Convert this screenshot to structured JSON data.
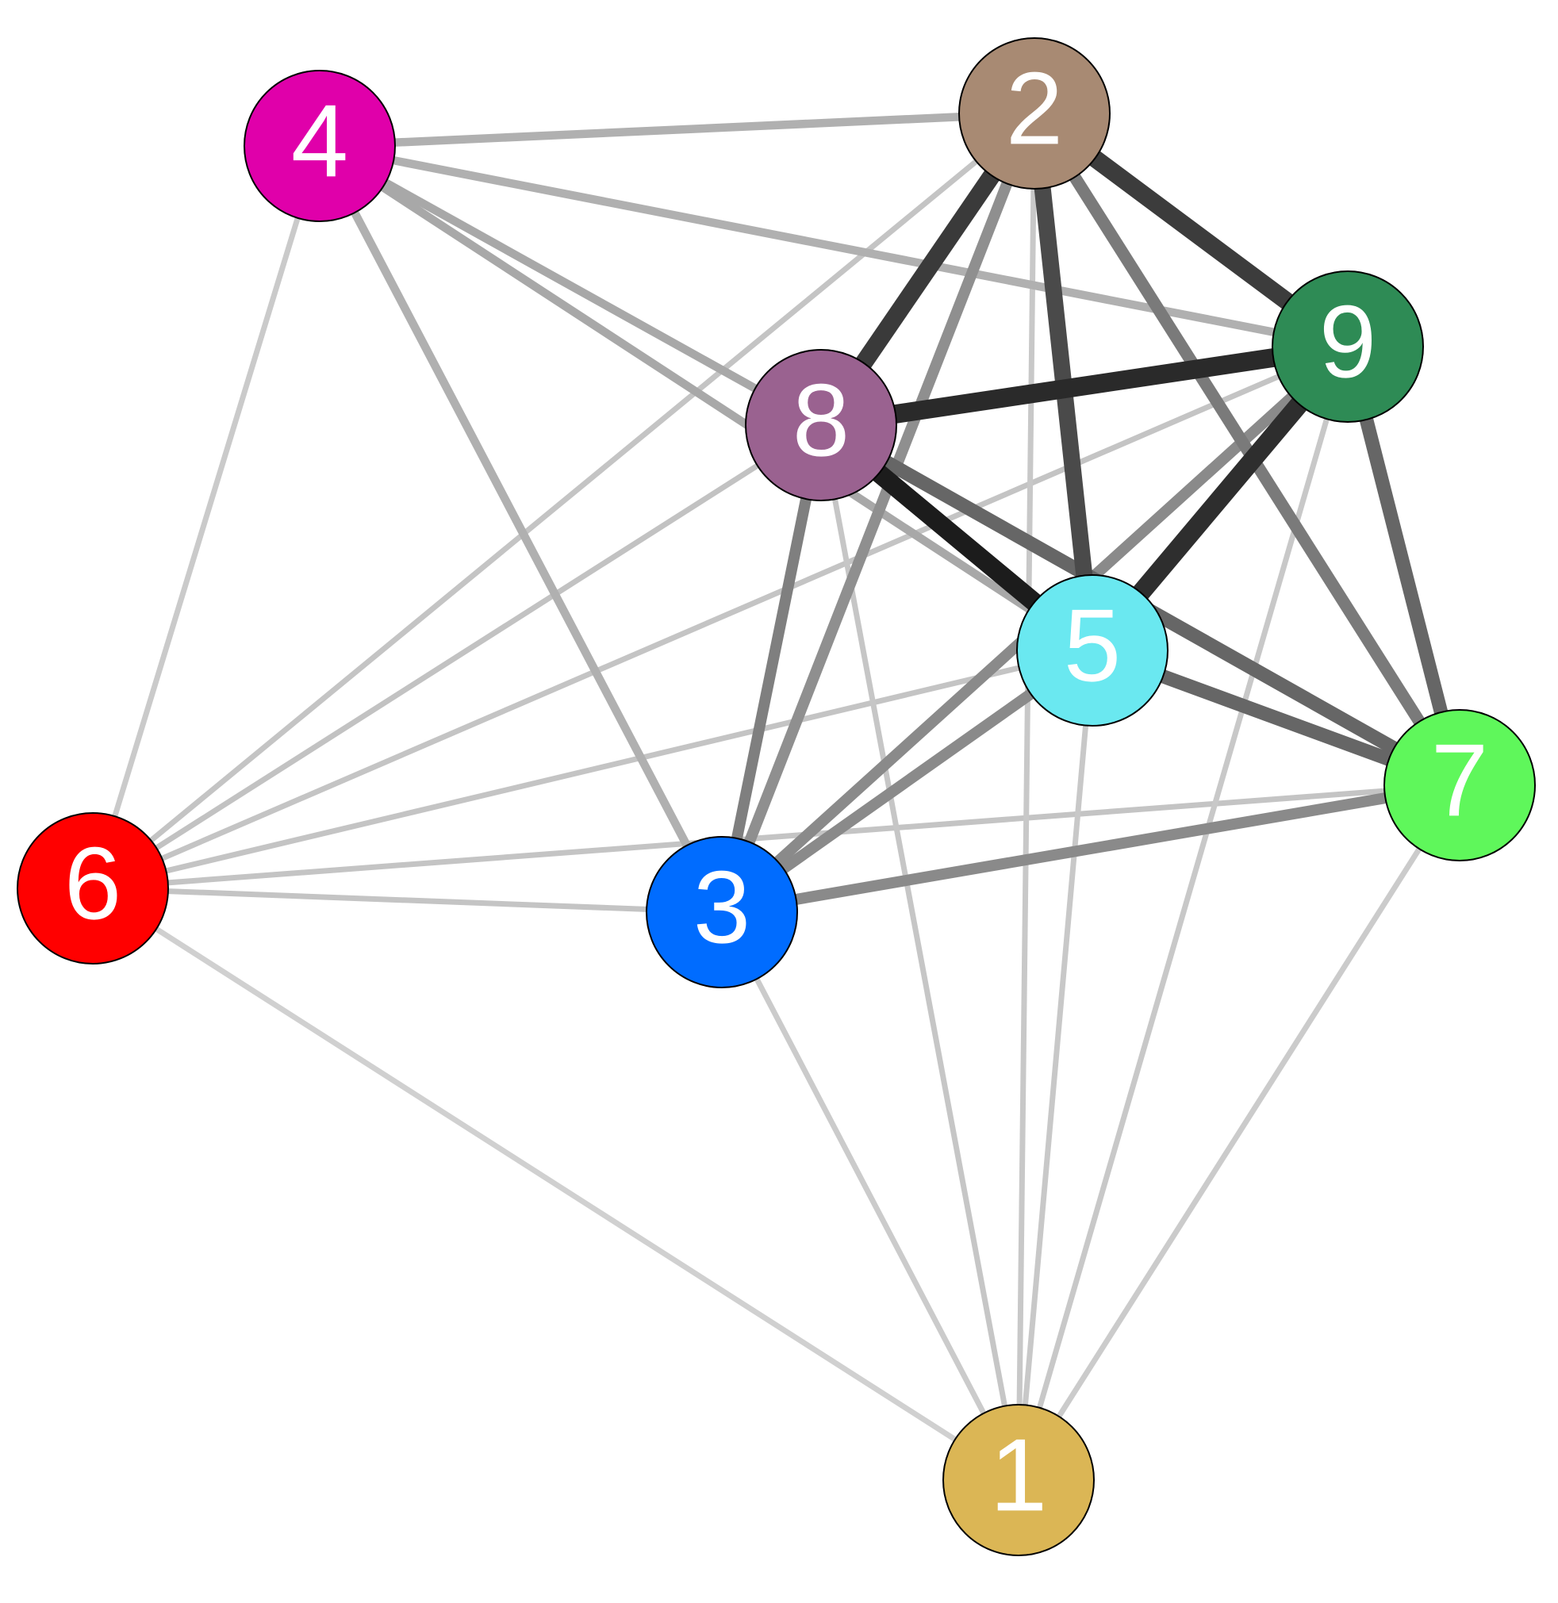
{
  "graph": {
    "nodes": [
      {
        "id": "1",
        "label": "1",
        "color": "#DBB655"
      },
      {
        "id": "2",
        "label": "2",
        "color": "#A88A73"
      },
      {
        "id": "3",
        "label": "3",
        "color": "#006CFF"
      },
      {
        "id": "4",
        "label": "4",
        "color": "#E000AA"
      },
      {
        "id": "5",
        "label": "5",
        "color": "#6AE8F0"
      },
      {
        "id": "6",
        "label": "6",
        "color": "#FF0000"
      },
      {
        "id": "7",
        "label": "7",
        "color": "#5FF75B"
      },
      {
        "id": "8",
        "label": "8",
        "color": "#9A6290"
      },
      {
        "id": "9",
        "label": "9",
        "color": "#2E8B55"
      }
    ],
    "edges": [
      {
        "source": "6",
        "target": "1",
        "color": "#d0d0d0",
        "weight": 1
      },
      {
        "source": "6",
        "target": "4",
        "color": "#cacaca",
        "weight": 1
      },
      {
        "source": "6",
        "target": "2",
        "color": "#c4c4c4",
        "weight": 1
      },
      {
        "source": "6",
        "target": "8",
        "color": "#c2c2c2",
        "weight": 1
      },
      {
        "source": "6",
        "target": "9",
        "color": "#c4c4c4",
        "weight": 1
      },
      {
        "source": "6",
        "target": "5",
        "color": "#c4c4c4",
        "weight": 1
      },
      {
        "source": "6",
        "target": "7",
        "color": "#c4c4c4",
        "weight": 1
      },
      {
        "source": "6",
        "target": "3",
        "color": "#c4c4c4",
        "weight": 1
      },
      {
        "source": "1",
        "target": "3",
        "color": "#cbcbcb",
        "weight": 1
      },
      {
        "source": "1",
        "target": "8",
        "color": "#c6c6c6",
        "weight": 1
      },
      {
        "source": "1",
        "target": "2",
        "color": "#c8c8c8",
        "weight": 1
      },
      {
        "source": "1",
        "target": "5",
        "color": "#c8c8c8",
        "weight": 1
      },
      {
        "source": "1",
        "target": "9",
        "color": "#c8c8c8",
        "weight": 1
      },
      {
        "source": "1",
        "target": "7",
        "color": "#cbcbcb",
        "weight": 1
      },
      {
        "source": "4",
        "target": "2",
        "color": "#b0b0b0",
        "weight": 1.5
      },
      {
        "source": "4",
        "target": "9",
        "color": "#b0b0b0",
        "weight": 1.5
      },
      {
        "source": "4",
        "target": "8",
        "color": "#a8a8a8",
        "weight": 1.5
      },
      {
        "source": "4",
        "target": "5",
        "color": "#a8a8a8",
        "weight": 1.5
      },
      {
        "source": "4",
        "target": "3",
        "color": "#b0b0b0",
        "weight": 1.5
      },
      {
        "source": "3",
        "target": "7",
        "color": "#8a8a8a",
        "weight": 2
      },
      {
        "source": "3",
        "target": "8",
        "color": "#7f7f7f",
        "weight": 2
      },
      {
        "source": "3",
        "target": "2",
        "color": "#8f8f8f",
        "weight": 2
      },
      {
        "source": "3",
        "target": "5",
        "color": "#8a8a8a",
        "weight": 2
      },
      {
        "source": "3",
        "target": "9",
        "color": "#8a8a8a",
        "weight": 2
      },
      {
        "source": "2",
        "target": "7",
        "color": "#7a7a7a",
        "weight": 2.2
      },
      {
        "source": "5",
        "target": "7",
        "color": "#666666",
        "weight": 2.5
      },
      {
        "source": "8",
        "target": "7",
        "color": "#666666",
        "weight": 2.5
      },
      {
        "source": "9",
        "target": "7",
        "color": "#666666",
        "weight": 2.5
      },
      {
        "source": "8",
        "target": "5",
        "color": "#1c1c1c",
        "weight": 3.4
      },
      {
        "source": "2",
        "target": "5",
        "color": "#4a4a4a",
        "weight": 3
      },
      {
        "source": "2",
        "target": "8",
        "color": "#3a3a3a",
        "weight": 3.2
      },
      {
        "source": "2",
        "target": "9",
        "color": "#3c3c3c",
        "weight": 3.2
      },
      {
        "source": "8",
        "target": "9",
        "color": "#2a2a2a",
        "weight": 3.4
      },
      {
        "source": "9",
        "target": "5",
        "color": "#2e2e2e",
        "weight": 3.4
      }
    ]
  }
}
